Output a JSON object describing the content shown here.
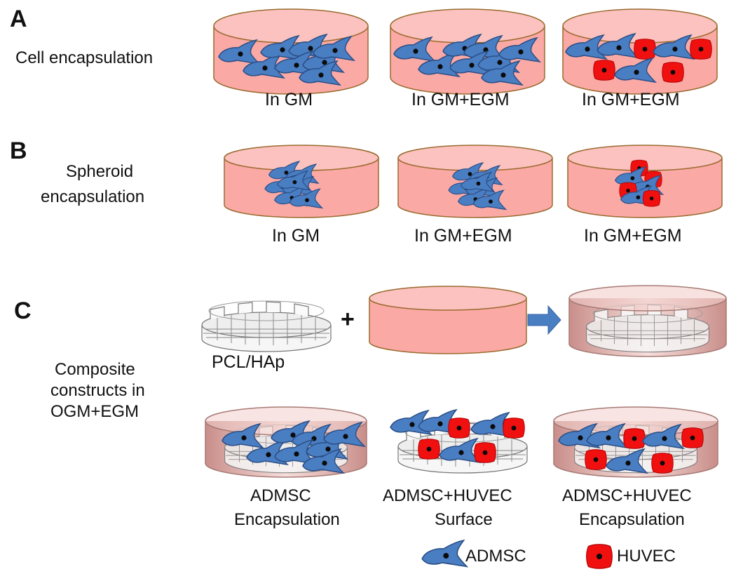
{
  "panels": {
    "a": {
      "letter": "A",
      "label": "Cell encapsulation",
      "captions": [
        "In GM",
        "In GM+EGM",
        "In GM+EGM"
      ]
    },
    "b": {
      "letter": "B",
      "label_line1": "Spheroid",
      "label_line2": "encapsulation",
      "captions": [
        "In GM",
        "In GM+EGM",
        "In GM+EGM"
      ]
    },
    "c": {
      "letter": "C",
      "label_line1": "Composite",
      "label_line2": "constructs in",
      "label_line3": "OGM+EGM",
      "scaffold_label": "PCL/HAp",
      "plus_sign": "+",
      "bottom_captions": [
        [
          "ADMSC",
          "Encapsulation"
        ],
        [
          "ADMSC+HUVEC",
          "Surface"
        ],
        [
          "ADMSC+HUVEC",
          "Encapsulation"
        ]
      ]
    }
  },
  "legend": {
    "admsc": "ADMSC",
    "huvec": "HUVEC"
  },
  "colors": {
    "hydrogel_fill": "#fba9a5",
    "hydrogel_top": "#fbc2bf",
    "hydrogel_edge": "#9a6b2f",
    "admsc_blue": "#4a7ec3",
    "admsc_edge": "#2b4f86",
    "huvec_red": "#f01010",
    "arrow_blue": "#4a7ec3"
  }
}
